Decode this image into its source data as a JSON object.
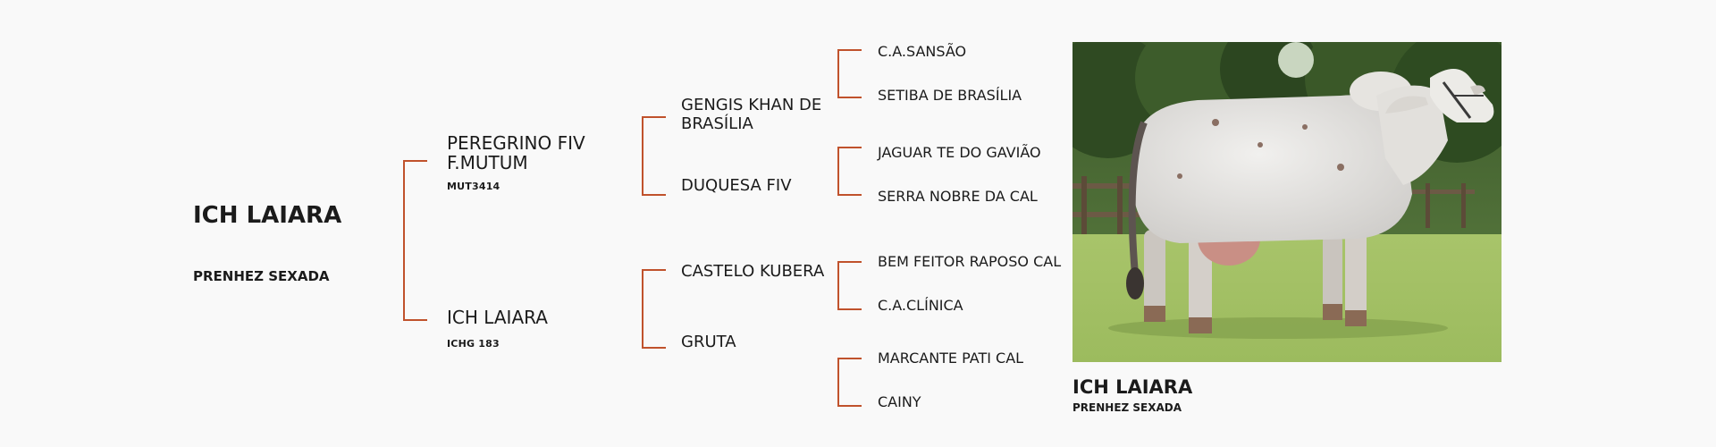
{
  "animal": {
    "name": "ICH LAIARA",
    "subtitle": "PRENHEZ SEXADA"
  },
  "sire": {
    "name": "PEREGRINO FIV F.MUTUM",
    "registration": "MUT3414"
  },
  "dam": {
    "name": "ICH LAIARA",
    "registration": "ICHG 183"
  },
  "paternal_grandsire": {
    "name": "GENGIS KHAN DE BRASÍLIA"
  },
  "paternal_granddam": {
    "name": "DUQUESA FIV"
  },
  "maternal_grandsire": {
    "name": "CASTELO KUBERA"
  },
  "maternal_granddam": {
    "name": "GRUTA"
  },
  "great_grandparents": [
    "C.A.SANSÃO",
    "SETIBA DE BRASÍLIA",
    "JAGUAR TE DO GAVIÃO",
    "SERRA NOBRE DA CAL",
    "BEM FEITOR RAPOSO CAL",
    "C.A.CLÍNICA",
    "MARCANTE PATI CAL",
    "CAINY"
  ],
  "photo": {
    "caption_name": "ICH LAIARA",
    "caption_subtitle": "PRENHEZ SEXADA"
  },
  "colors": {
    "accent": "#c0522c",
    "text": "#1b1b1b",
    "background": "#f9f9f9"
  }
}
